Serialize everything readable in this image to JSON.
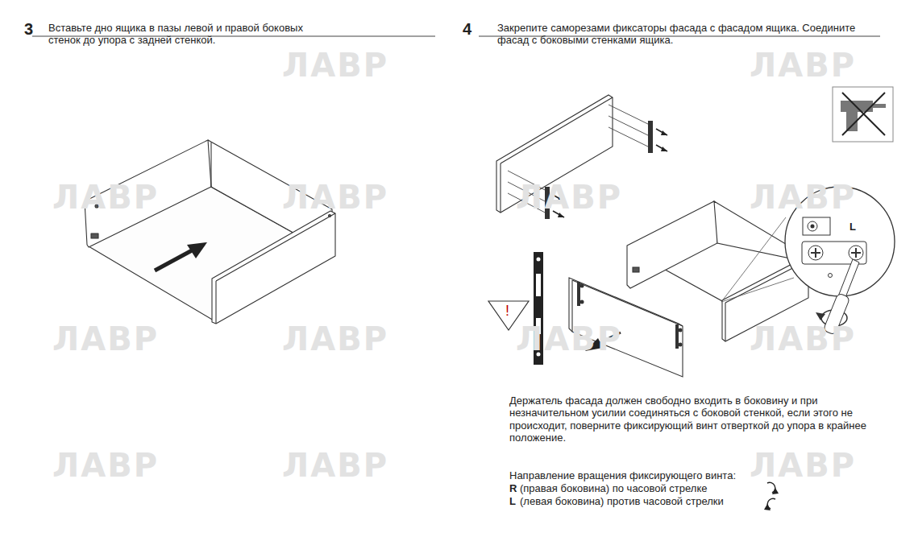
{
  "diagram": {
    "labels": [
      "3",
      "Вставьте дно ящика в пазы левой и правой боковых стенок до упора с задней стенкой.",
      "4",
      "Закрепите саморезами фиксаторы фасада с фасадом ящика. Соедините фасад с боковыми стенками ящика.",
      "!",
      "L",
      "Держатель фасада должен свободно входить в боковину и при незначительном усилии соединяться с боковой стенкой, если этого не происходит, поверните фиксирующий винт отверткой до упора в крайнее положение.",
      "Направление вращения фиксирующего винта:",
      "R",
      "(правая боковина) по часовой стрелке",
      "L",
      "(левая боковина) против часовой стрелки",
      "ЛАВР",
      "ЛАВР",
      "ЛАВР",
      "ЛАВР",
      "ЛАВР",
      "ЛАВР",
      "ЛАВР",
      "ЛАВР",
      "ЛАВР",
      "ЛАВР",
      "ЛАВР",
      "ЛАВР",
      "ЛАВР"
    ]
  }
}
